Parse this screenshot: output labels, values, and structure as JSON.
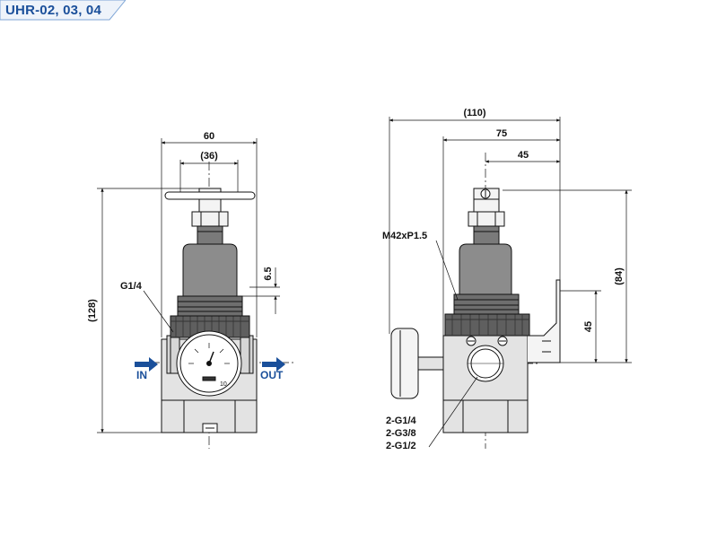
{
  "title": "UHR-02, 03, 04",
  "colors": {
    "accent": "#1a4f9a",
    "body_fill": "#e3e3e3",
    "bonnet_fill": "#8c8c8c",
    "ring_fill": "#5f5f5f",
    "line": "#111111"
  },
  "front_view": {
    "dim_width": "60",
    "dim_inner": "(36)",
    "dim_height": "(128)",
    "dim_small": "6.5",
    "port_label": "G1/4",
    "in_label": "IN",
    "out_label": "OUT",
    "gauge_mark": "10"
  },
  "side_view": {
    "dim_total": "(110)",
    "dim_75": "75",
    "dim_45_top": "45",
    "dim_84": "(84)",
    "dim_45_side": "45",
    "thread_label": "M42xP1.5",
    "port_labels": [
      "2-G1/4",
      "2-G3/8",
      "2-G1/2"
    ]
  }
}
